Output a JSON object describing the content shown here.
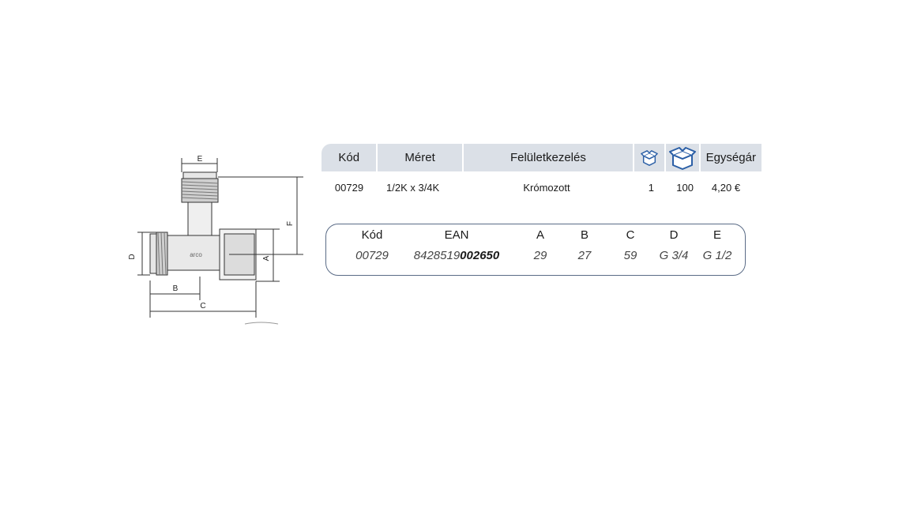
{
  "drawing": {
    "dimension_labels": {
      "a": "A",
      "b": "B",
      "c": "C",
      "d": "D",
      "e": "E",
      "f": "F"
    },
    "logo_text": "arco"
  },
  "table1": {
    "headers": {
      "kod": "Kód",
      "meret": "Méret",
      "feluletkezeles": "Felületkezelés",
      "small_box_icon": "box-small-icon",
      "large_box_icon": "box-large-icon",
      "egysegar": "Egységár"
    },
    "row": {
      "kod": "00729",
      "meret": "1/2K x 3/4K",
      "feluletkezeles": "Krómozott",
      "small_box": "1",
      "large_box": "100",
      "egysegar": "4,20 €"
    }
  },
  "table2": {
    "headers": {
      "kod": "Kód",
      "ean": "EAN",
      "a": "A",
      "b": "B",
      "c": "C",
      "d": "D",
      "e": "E"
    },
    "row": {
      "kod": "00729",
      "ean_prefix": "8428519",
      "ean_suffix": "002650",
      "a": "29",
      "b": "27",
      "c": "59",
      "d": "G 3/4",
      "e": "G 1/2"
    }
  },
  "colors": {
    "header_bg": "#dbe0e7",
    "icon_blue": "#2b5fa6",
    "border": "#5a6b86"
  }
}
